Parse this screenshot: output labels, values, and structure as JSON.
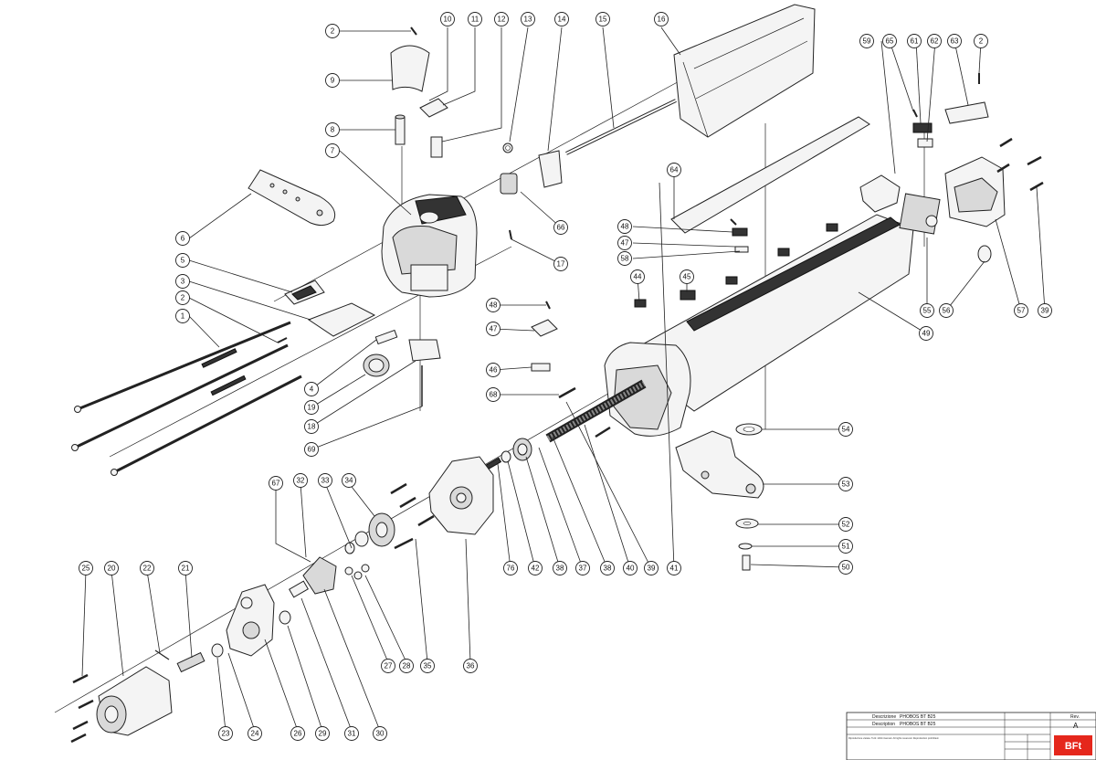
{
  "callouts": [
    {
      "id": "c1",
      "label": "1"
    },
    {
      "id": "c2a",
      "label": "2"
    },
    {
      "id": "c2b",
      "label": "2"
    },
    {
      "id": "c2c",
      "label": "2"
    },
    {
      "id": "c3",
      "label": "3"
    },
    {
      "id": "c4",
      "label": "4"
    },
    {
      "id": "c5",
      "label": "5"
    },
    {
      "id": "c6",
      "label": "6"
    },
    {
      "id": "c7",
      "label": "7"
    },
    {
      "id": "c8",
      "label": "8"
    },
    {
      "id": "c9",
      "label": "9"
    },
    {
      "id": "c10",
      "label": "10"
    },
    {
      "id": "c11",
      "label": "11"
    },
    {
      "id": "c12",
      "label": "12"
    },
    {
      "id": "c13",
      "label": "13"
    },
    {
      "id": "c14",
      "label": "14"
    },
    {
      "id": "c15",
      "label": "15"
    },
    {
      "id": "c16",
      "label": "16"
    },
    {
      "id": "c17",
      "label": "17"
    },
    {
      "id": "c18",
      "label": "18"
    },
    {
      "id": "c19",
      "label": "19"
    },
    {
      "id": "c20",
      "label": "20"
    },
    {
      "id": "c21",
      "label": "21"
    },
    {
      "id": "c22",
      "label": "22"
    },
    {
      "id": "c23",
      "label": "23"
    },
    {
      "id": "c24",
      "label": "24"
    },
    {
      "id": "c25",
      "label": "25"
    },
    {
      "id": "c26",
      "label": "26"
    },
    {
      "id": "c27",
      "label": "27"
    },
    {
      "id": "c28",
      "label": "28"
    },
    {
      "id": "c29",
      "label": "29"
    },
    {
      "id": "c30",
      "label": "30"
    },
    {
      "id": "c31",
      "label": "31"
    },
    {
      "id": "c32",
      "label": "32"
    },
    {
      "id": "c33",
      "label": "33"
    },
    {
      "id": "c34",
      "label": "34"
    },
    {
      "id": "c35",
      "label": "35"
    },
    {
      "id": "c36",
      "label": "36"
    },
    {
      "id": "c37",
      "label": "37"
    },
    {
      "id": "c38a",
      "label": "38"
    },
    {
      "id": "c38b",
      "label": "38"
    },
    {
      "id": "c39a",
      "label": "39"
    },
    {
      "id": "c39b",
      "label": "39"
    },
    {
      "id": "c40",
      "label": "40"
    },
    {
      "id": "c41",
      "label": "41"
    },
    {
      "id": "c42",
      "label": "42"
    },
    {
      "id": "c44",
      "label": "44"
    },
    {
      "id": "c45",
      "label": "45"
    },
    {
      "id": "c46",
      "label": "46"
    },
    {
      "id": "c47a",
      "label": "47"
    },
    {
      "id": "c47b",
      "label": "47"
    },
    {
      "id": "c48a",
      "label": "48"
    },
    {
      "id": "c48b",
      "label": "48"
    },
    {
      "id": "c49",
      "label": "49"
    },
    {
      "id": "c50",
      "label": "50"
    },
    {
      "id": "c51",
      "label": "51"
    },
    {
      "id": "c52",
      "label": "52"
    },
    {
      "id": "c53",
      "label": "53"
    },
    {
      "id": "c54",
      "label": "54"
    },
    {
      "id": "c55",
      "label": "55"
    },
    {
      "id": "c56",
      "label": "56"
    },
    {
      "id": "c57",
      "label": "57"
    },
    {
      "id": "c58",
      "label": "58"
    },
    {
      "id": "c59",
      "label": "59"
    },
    {
      "id": "c61",
      "label": "61"
    },
    {
      "id": "c62",
      "label": "62"
    },
    {
      "id": "c63",
      "label": "63"
    },
    {
      "id": "c64",
      "label": "64"
    },
    {
      "id": "c65",
      "label": "65"
    },
    {
      "id": "c66",
      "label": "66"
    },
    {
      "id": "c67",
      "label": "67"
    },
    {
      "id": "c68",
      "label": "68"
    },
    {
      "id": "c69",
      "label": "69"
    },
    {
      "id": "c76",
      "label": "76"
    }
  ],
  "title_block": {
    "descrizione_label": "Descrizione",
    "descrizione_value": "PHOBOS BT B25",
    "description_label": "Description",
    "description_value": "PHOBOS BT B25",
    "rev_label": "Rev.",
    "rev_value": "A",
    "brand": "BFt",
    "notice": "Riproduzione vietata. Tutti i diritti riservati. All rights reserved. Reproduction prohibited."
  }
}
